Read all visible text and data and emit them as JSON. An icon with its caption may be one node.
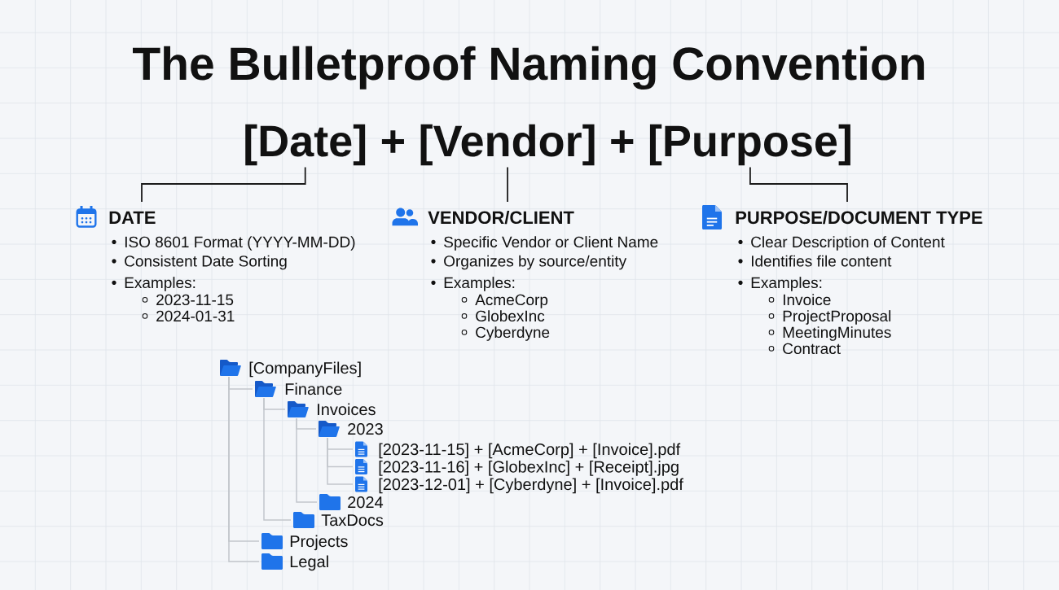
{
  "diagram": {
    "title": "The Bulletproof Naming Convention",
    "nodes": [
      {
        "text": [
          "[Date]"
        ]
      },
      {
        "text": [
          "[Vendor]"
        ]
      },
      {
        "text": [
          "[Purpose]"
        ]
      },
      {
        "text": [
          "DATE",
          "ISO 8601 Format (YYYY-MM-DD)",
          "Consistent Date Sorting",
          "Examples:",
          "2023-11-15",
          "2024-01-31"
        ]
      },
      {
        "text": [
          "VENDOR/CLIENT",
          "Specific Vendor or Client Name",
          "Organizes by source/entity",
          "Examples:",
          "AcmeCorp",
          "GlobexInc",
          "Cyberdyne"
        ]
      },
      {
        "text": [
          "PURPOSE/DOCUMENT TYPE",
          "Clear Description of Content",
          "Identifies file content",
          "Examples:",
          "Invoice",
          "ProjectProposal",
          "MeetingMinutes",
          "Contract"
        ]
      },
      {
        "text": [
          "[CompanyFiles]"
        ]
      },
      {
        "text": [
          "Finance"
        ]
      },
      {
        "text": [
          "Invoices"
        ]
      },
      {
        "text": [
          "2023"
        ]
      },
      {
        "text": [
          "[2023-11-15] + [AcmeCorp] + [Invoice].pdf"
        ]
      },
      {
        "text": [
          "[2023-11-16] + [GlobexInc] + [Receipt].jpg"
        ]
      },
      {
        "text": [
          "[2023-12-01] + [Cyberdyne] + [Invoice].pdf"
        ]
      },
      {
        "text": [
          "2024"
        ]
      },
      {
        "text": [
          "TaxDocs"
        ]
      },
      {
        "text": [
          "Projects"
        ]
      },
      {
        "text": [
          "Legal"
        ]
      }
    ],
    "edges": [
      {
        "from": 0,
        "to": 3,
        "arrow": "none",
        "color": "#1a1a1a"
      },
      {
        "from": 1,
        "to": 4,
        "arrow": "none",
        "color": "#1a1a1a"
      },
      {
        "from": 2,
        "to": 5,
        "arrow": "none",
        "color": "#1a1a1a"
      },
      {
        "from": 6,
        "to": 7,
        "arrow": "none"
      },
      {
        "from": 7,
        "to": 8,
        "arrow": "none"
      },
      {
        "from": 8,
        "to": 9,
        "arrow": "none"
      },
      {
        "from": 9,
        "to": 10,
        "arrow": "none"
      },
      {
        "from": 9,
        "to": 11,
        "arrow": "none"
      },
      {
        "from": 9,
        "to": 12,
        "arrow": "none"
      },
      {
        "from": 8,
        "to": 13,
        "arrow": "none"
      },
      {
        "from": 7,
        "to": 14,
        "arrow": "none"
      },
      {
        "from": 6,
        "to": 15,
        "arrow": "none"
      },
      {
        "from": 6,
        "to": 16,
        "arrow": "none"
      }
    ],
    "labels": [
      "+",
      "+"
    ]
  }
}
